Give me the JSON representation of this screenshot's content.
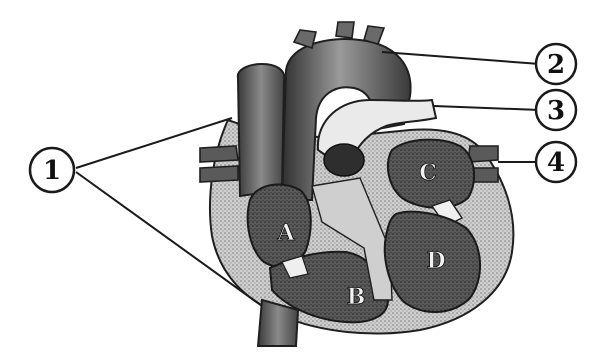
{
  "diagram": {
    "callouts": [
      {
        "id": "1",
        "text": "1"
      },
      {
        "id": "2",
        "text": "2"
      },
      {
        "id": "3",
        "text": "3"
      },
      {
        "id": "4",
        "text": "4"
      }
    ],
    "chambers": [
      {
        "id": "A",
        "text": "A"
      },
      {
        "id": "B",
        "text": "B"
      },
      {
        "id": "C",
        "text": "C"
      },
      {
        "id": "D",
        "text": "D"
      }
    ],
    "colors": {
      "ink": "#1a1a1a",
      "dark": "#3a3a3a",
      "mid": "#6e6e6e",
      "light": "#bdbdbd",
      "paper": "#ffffff"
    }
  }
}
